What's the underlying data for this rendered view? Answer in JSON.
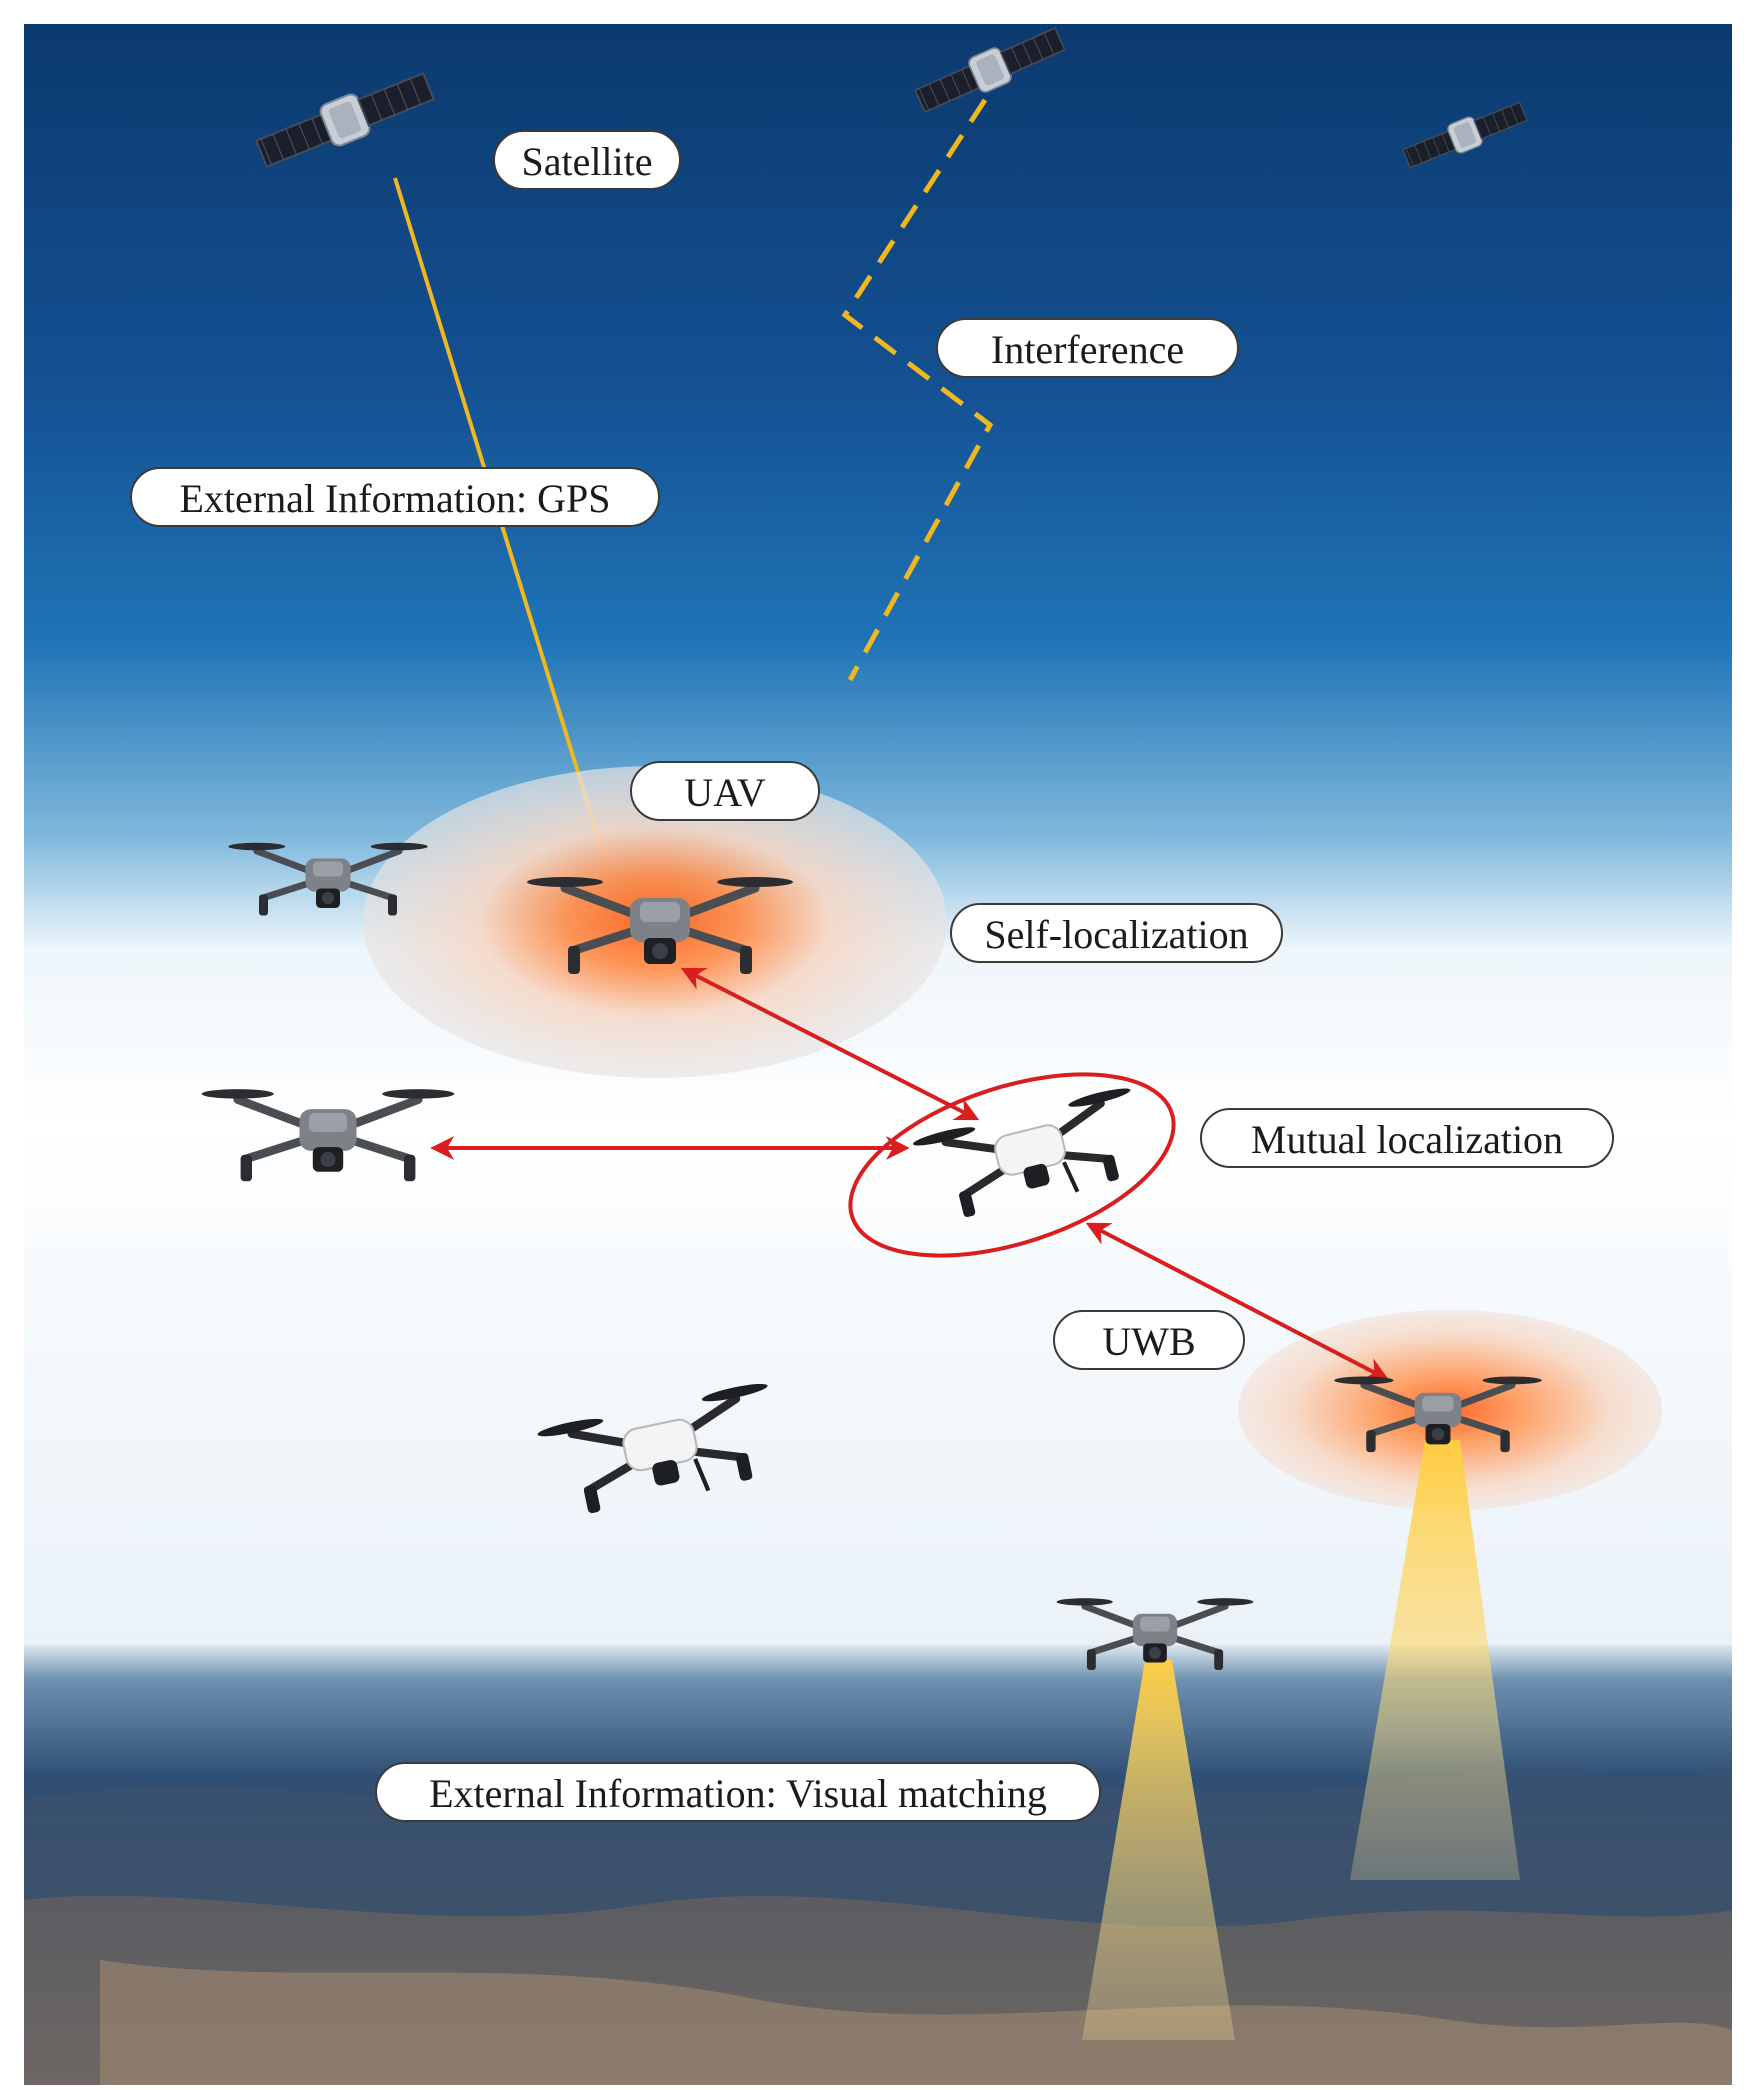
{
  "labels": {
    "satellite": "Satellite",
    "interference": "Interference",
    "gps": "External Information: GPS",
    "uav": "UAV",
    "self_localization": "Self-localization",
    "mutual_localization": "Mutual localization",
    "uwb": "UWB",
    "visual_matching": "External Information: Visual matching"
  },
  "colors": {
    "sky_top": "#0b3a6e",
    "sky_mid": "#1e73b8",
    "horizon": "#ffffff",
    "ground": "#35506e",
    "gps_link": "#f0b81e",
    "interference": "#f0b81e",
    "range_arrow": "#d81e1e",
    "glow": "#ff6a1a",
    "beam": "#ffd24d"
  },
  "icons": [
    "satellite-icon",
    "drone-icon",
    "white-drone-icon"
  ]
}
